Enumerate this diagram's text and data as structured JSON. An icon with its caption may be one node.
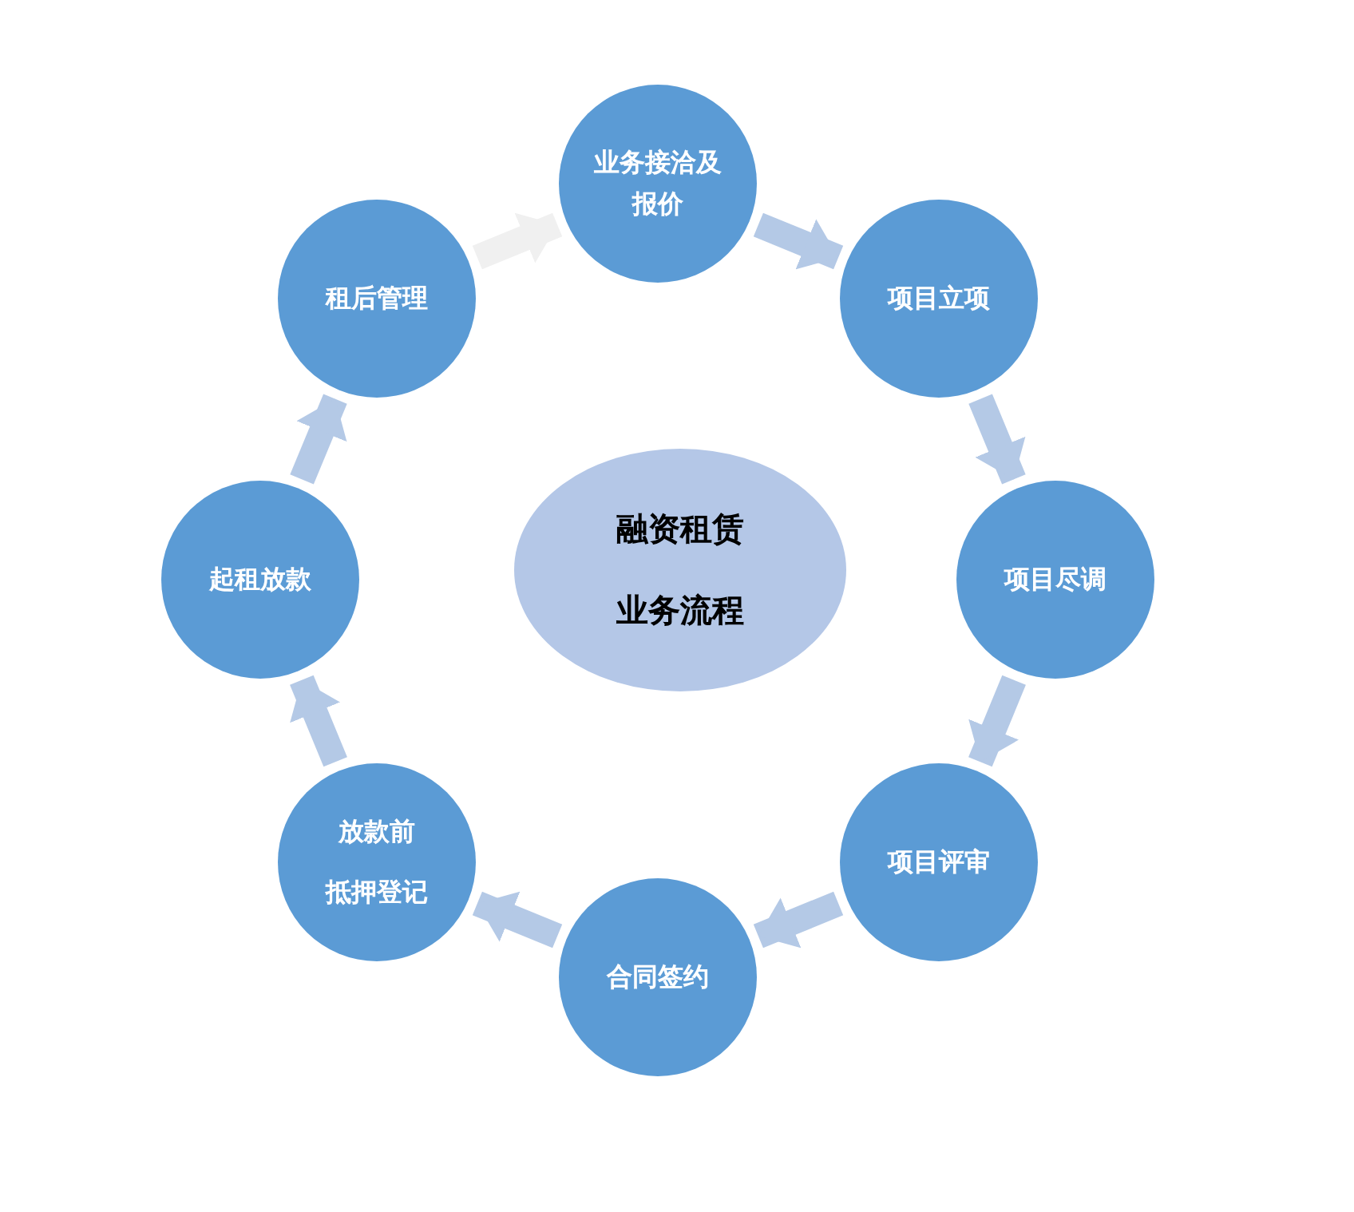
{
  "diagram": {
    "nodes": [
      {
        "text": [
          "融资租赁",
          "业务流程"
        ]
      },
      {
        "text": [
          "业务接洽及报价"
        ]
      },
      {
        "text": [
          "项目立项"
        ]
      },
      {
        "text": [
          "项目尽调"
        ]
      },
      {
        "text": [
          "项目评审"
        ]
      },
      {
        "text": [
          "合同签约"
        ]
      },
      {
        "text": [
          "放款前",
          "抵押登记"
        ]
      },
      {
        "text": [
          "起租放款"
        ]
      },
      {
        "text": [
          "租后管理"
        ]
      }
    ],
    "edges": [
      {
        "from": 1,
        "to": 2,
        "arrow": "to"
      },
      {
        "from": 2,
        "to": 3,
        "arrow": "to"
      },
      {
        "from": 3,
        "to": 4,
        "arrow": "to"
      },
      {
        "from": 4,
        "to": 5,
        "arrow": "to"
      },
      {
        "from": 5,
        "to": 6,
        "arrow": "to"
      },
      {
        "from": 6,
        "to": 7,
        "arrow": "to"
      },
      {
        "from": 7,
        "to": 8,
        "arrow": "to"
      },
      {
        "from": 8,
        "to": 1,
        "arrow": "to",
        "color": "#f0f0f0"
      }
    ]
  }
}
